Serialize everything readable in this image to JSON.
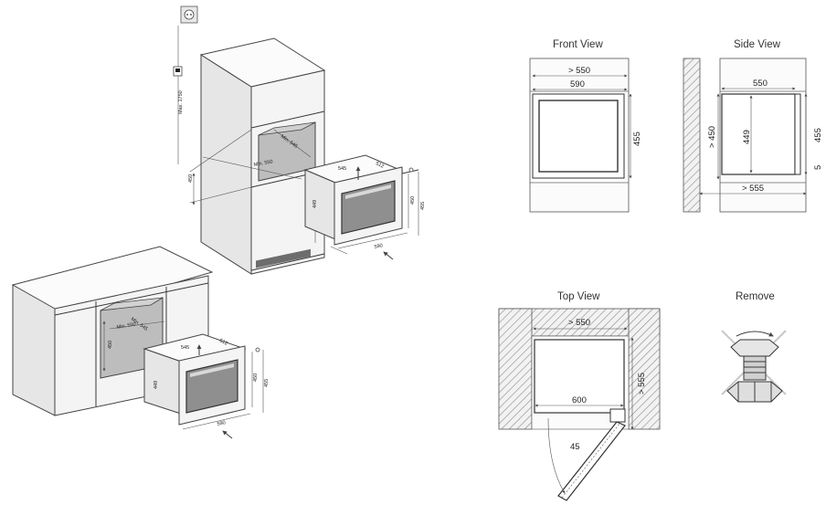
{
  "views": {
    "front": {
      "title": "Front View",
      "dims": {
        "outer_width": "> 550",
        "appliance_width": "590",
        "appliance_height": "455"
      }
    },
    "side": {
      "title": "Side View",
      "dims": {
        "depth": "550",
        "niche_height": "> 450",
        "body_height": "449",
        "front_height": "455",
        "gap": "5",
        "niche_depth": "> 555"
      }
    },
    "top": {
      "title": "Top View",
      "dims": {
        "niche_width": "> 550",
        "appliance_width": "600",
        "depth": "> 555",
        "door_angle": "45"
      }
    },
    "remove": {
      "title": "Remove"
    }
  },
  "iso_tall": {
    "max_height": "Max. 1750",
    "niche_height": "450",
    "min_width": "Min. 550",
    "min_depth": "Min. 545",
    "body_depth": "545",
    "side_depth": "512",
    "body_height": "449",
    "front_height_a": "450",
    "front_height_b": "455",
    "front_width": "590"
  },
  "iso_low": {
    "min_width": "Min. 550",
    "min_depth": "Min. 545",
    "niche_height": "450",
    "body_depth": "545",
    "side_depth": "512",
    "body_height": "449",
    "front_height_a": "450",
    "front_height_b": "455",
    "front_width": "590"
  },
  "icons": [
    "power-socket-icon",
    "power-plug-icon",
    "remove-foot-icon",
    "arrow-icon"
  ],
  "colors": {
    "line": "#3a3a3a",
    "glass": "#8f8f8f",
    "niche": "#bdbdbd",
    "background": "#ffffff"
  }
}
